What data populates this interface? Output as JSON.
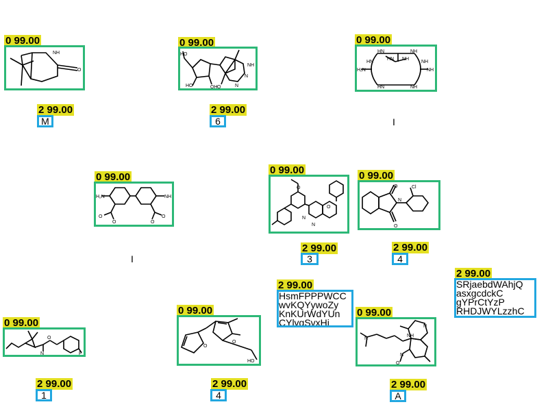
{
  "detections": {
    "structures": [
      {
        "tag": "0 99.00"
      },
      {
        "tag": "0 99.00"
      },
      {
        "tag": "0 99.00"
      },
      {
        "tag": "0 99.00"
      },
      {
        "tag": "0 99.00"
      },
      {
        "tag": "0 99.00"
      },
      {
        "tag": "0 99.00"
      },
      {
        "tag": "0 99.00"
      },
      {
        "tag": "0 99.00"
      }
    ],
    "labels": [
      {
        "tag": "2 99.00",
        "text": "M"
      },
      {
        "tag": "2 99.00",
        "text": "6"
      },
      {
        "tag": "2 99.00",
        "text": "3"
      },
      {
        "tag": "2 99.00",
        "text": "4"
      },
      {
        "tag": "2 99.00",
        "text": "1"
      },
      {
        "tag": "2 99.00",
        "text": "4"
      },
      {
        "tag": "2 99.00",
        "text": "A"
      }
    ],
    "text_blocks": [
      {
        "tag": "2 99.00",
        "text": "HsmFPPPWCC\nwvKQYywoZy\nKnKUrWdYUn\nCYlvgSvxHj"
      },
      {
        "tag": "2 99.00",
        "text": "SRjaebdWAhjQ\nasxgcdckC\ngYPrCtYzP\nRHDJWYLzzhC"
      }
    ],
    "free_text": [
      "I",
      "I"
    ]
  },
  "atoms": {
    "s1": [
      "NH",
      "O"
    ],
    "s2": [
      "HO",
      "HO",
      "OH",
      "O",
      "N",
      "N",
      "NH"
    ],
    "s3": [
      "HN",
      "NH",
      "HN",
      "NH",
      "H₂N",
      "NH",
      "NH",
      "HN",
      "NH",
      "HN"
    ],
    "s4": [
      "H₂N",
      "NH",
      "O",
      "O",
      "O",
      "O"
    ],
    "s5": [
      "O",
      "O",
      "N",
      "N"
    ],
    "s6": [
      "O",
      "O",
      "N",
      "Cl"
    ],
    "s7": [
      "O",
      "N",
      "F"
    ],
    "s8": [
      "O",
      "O",
      "HO"
    ],
    "s9": [
      "N",
      "N",
      "NH",
      "N",
      "O"
    ]
  },
  "colors": {
    "structure_box": "#2db877",
    "label_box": "#22a7e0",
    "tag_bg": "#e4e022"
  }
}
